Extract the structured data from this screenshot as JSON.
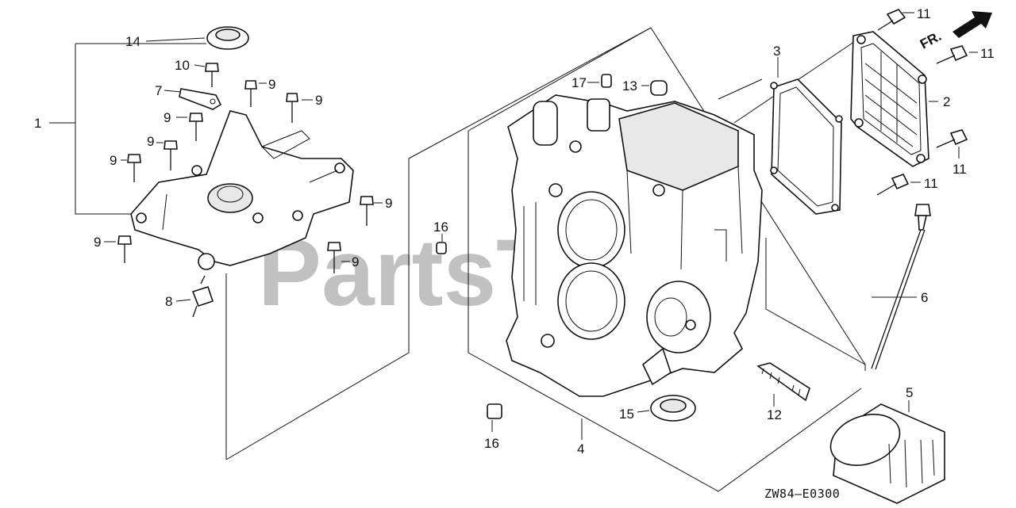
{
  "diagram": {
    "watermark": "PartsTree",
    "front_marker": "FR.",
    "diagram_code": "ZW84–E0300",
    "callouts": {
      "c1": "1",
      "c2": "2",
      "c3": "3",
      "c4": "4",
      "c5": "5",
      "c6": "6",
      "c7": "7",
      "c8": "8",
      "c9a": "9",
      "c9b": "9",
      "c9c": "9",
      "c9d": "9",
      "c9e": "9",
      "c9f": "9",
      "c9g": "9",
      "c9h": "9",
      "c10": "10",
      "c11a": "11",
      "c11b": "11",
      "c11c": "11",
      "c11d": "11",
      "c12": "12",
      "c13": "13",
      "c14": "14",
      "c15": "15",
      "c16a": "16",
      "c16b": "16",
      "c17": "17"
    }
  }
}
